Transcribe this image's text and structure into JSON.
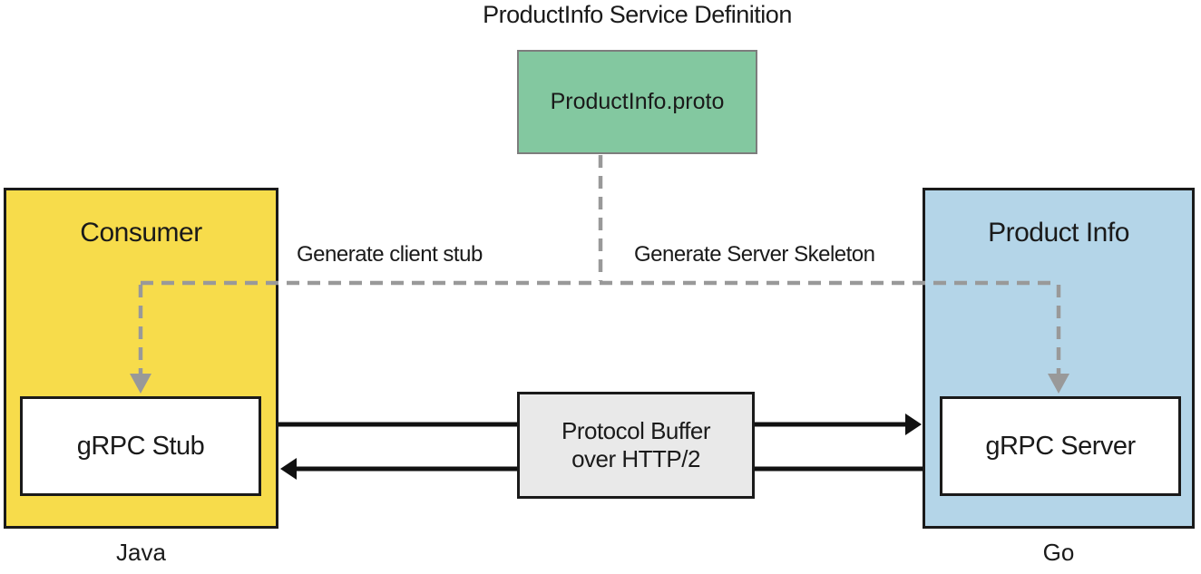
{
  "title": "ProductInfo Service Definition",
  "proto": {
    "label": "ProductInfo.proto"
  },
  "consumer": {
    "title": "Consumer",
    "component": "gRPC Stub",
    "language": "Java"
  },
  "product_info": {
    "title": "Product Info",
    "component": "gRPC Server",
    "language": "Go"
  },
  "transport": {
    "line1": "Protocol Buffer",
    "line2": "over HTTP/2"
  },
  "generation": {
    "client_label": "Generate client stub",
    "server_label": "Generate Server Skeleton"
  },
  "colors": {
    "consumer_yellow": "#F7DC4B",
    "product_blue": "#B4D5E8",
    "proto_green": "#83C8A0",
    "transport_gray": "#E9E9E9",
    "dashed_gray": "#999999",
    "arrow_black": "#111111"
  }
}
